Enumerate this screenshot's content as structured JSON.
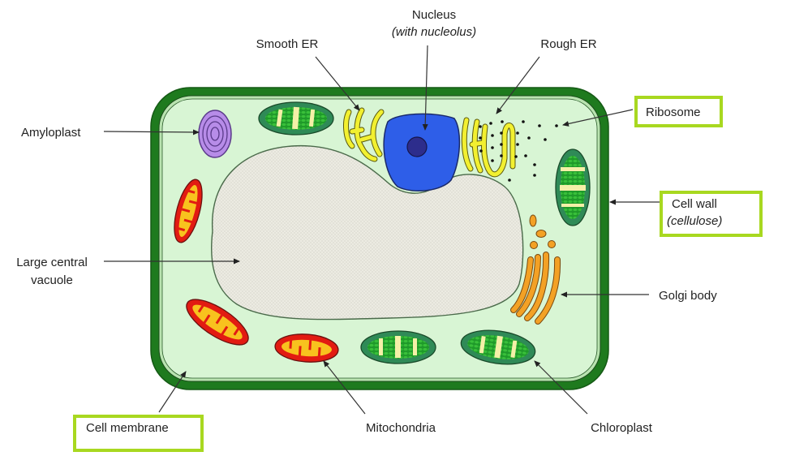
{
  "diagram": {
    "title": "Plant cell",
    "colors": {
      "cell_wall": "#1e7a1e",
      "cytoplasm": "#d8f5d4",
      "membrane": "#b9e3b0",
      "vacuole": "#ecebe2",
      "nucleus": "#2e5ee8",
      "nucleolus": "#2d2d8c",
      "er": "#f2f030",
      "mitochondria_outer": "#e21b12",
      "mitochondria_inner": "#f8c21e",
      "chloroplast_outer": "#2f8a57",
      "chloroplast_inner": "#1f9a2a",
      "thylakoid_band": "#f4f0a8",
      "amyloplast": "#b78ce8",
      "golgi": "#f3a125",
      "ribosome": "#111111",
      "highlight": "#a8d820"
    },
    "labels": {
      "nucleus": "Nucleus",
      "nucleus_sub": "(with nucleolus)",
      "smooth_er": "Smooth ER",
      "rough_er": "Rough ER",
      "ribosome": "Ribosome",
      "amyloplast": "Amyloplast",
      "cell_wall": "Cell wall",
      "cell_wall_sub": "(cellulose)",
      "vacuole_line1": "Large central",
      "vacuole_line2": "vacuole",
      "golgi": "Golgi body",
      "cell_membrane": "Cell membrane",
      "mitochondria": "Mitochondria",
      "chloroplast": "Chloroplast"
    },
    "highlighted_labels": [
      "Ribosome",
      "Cell wall",
      "Cell membrane"
    ]
  }
}
